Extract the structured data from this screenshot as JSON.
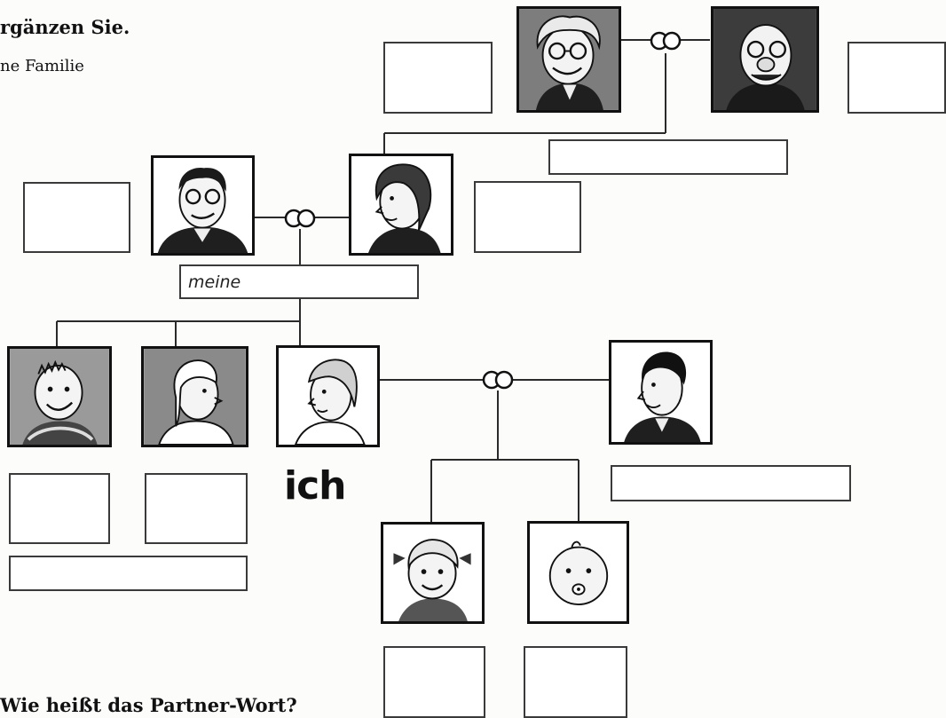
{
  "exercise": {
    "heading": "rgänzen Sie.",
    "subheading": "ne Familie",
    "next_heading": "Wie heißt das Partner-Wort?"
  },
  "tree": {
    "parents_label_prefill": "meine",
    "self_label": "ich"
  },
  "icons": {
    "marriage": "wedding-rings-icon"
  },
  "colors": {
    "line": "#2a2a2a",
    "box_border": "#3a3a3a",
    "portrait_frame": "#111111"
  }
}
